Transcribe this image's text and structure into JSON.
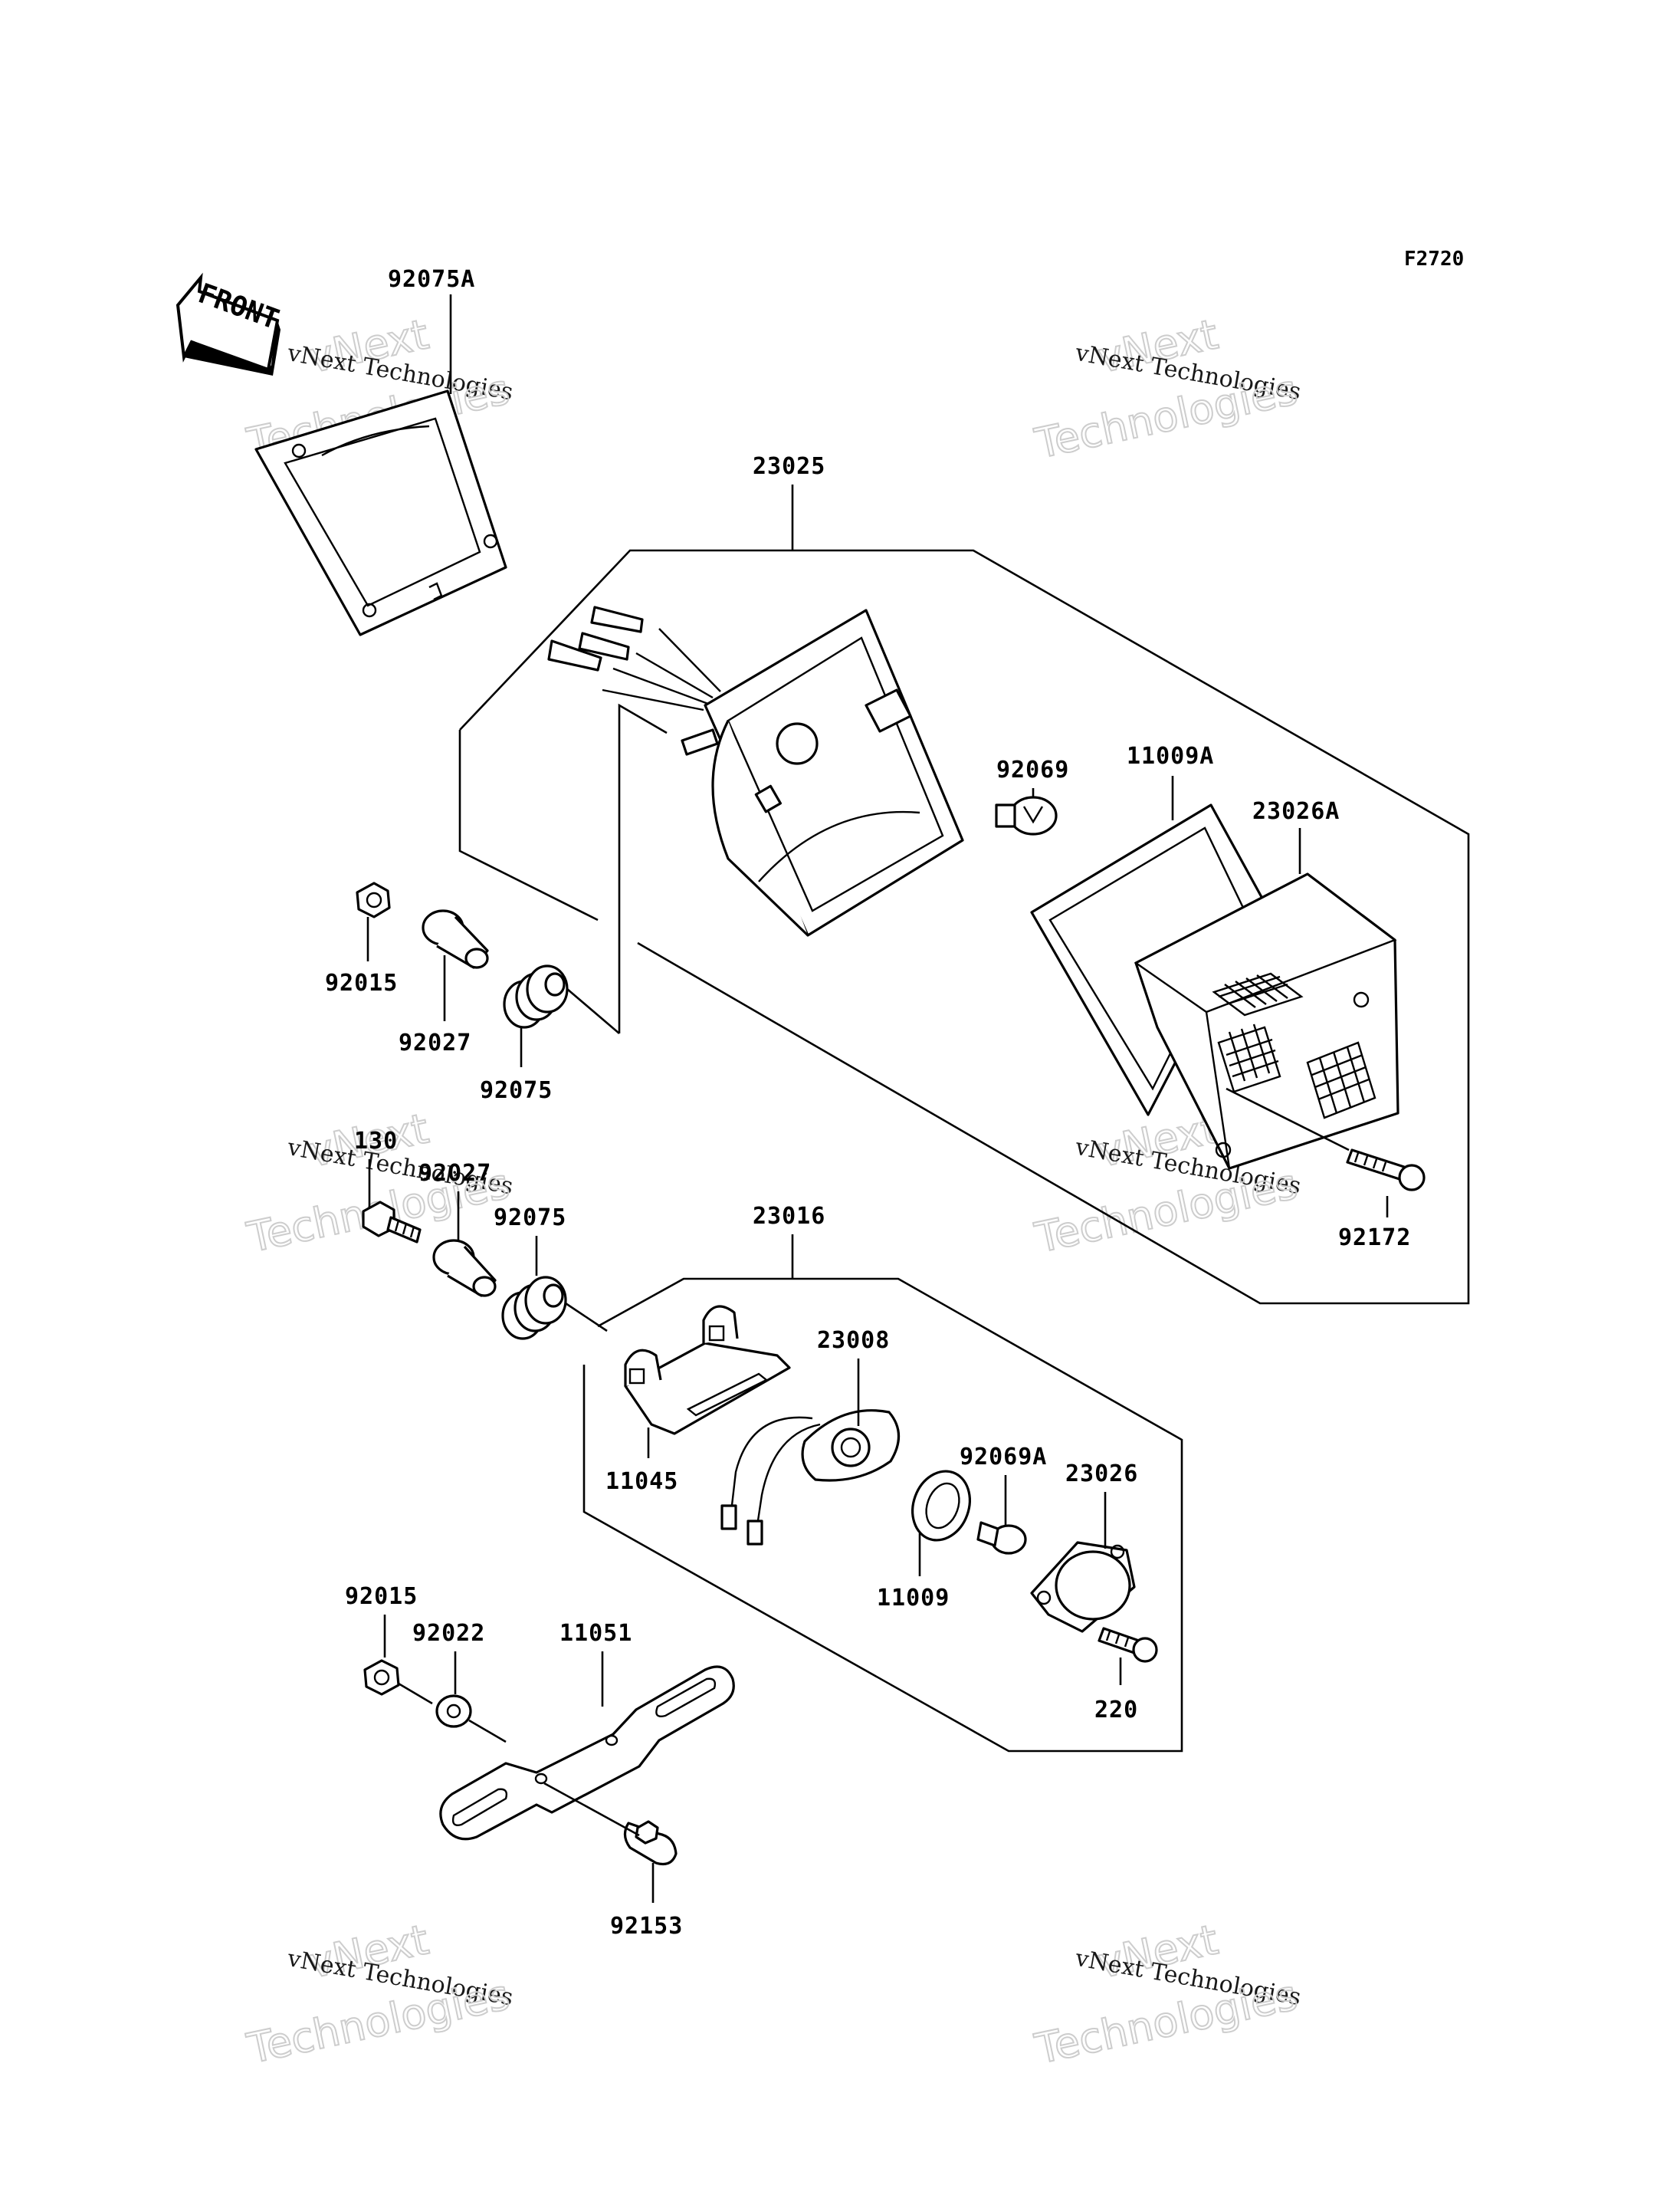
{
  "figure_code": "F2720",
  "front_marker": "FRONT",
  "watermark": {
    "line_top": "vNext",
    "line_small": "vNext Technologies",
    "line_big": "Technologies"
  },
  "labels": {
    "p92075A": "92075A",
    "p23025": "23025",
    "p92069": "92069",
    "p11009A": "11009A",
    "p23026A": "23026A",
    "p92015_top": "92015",
    "p92027_top": "92027",
    "p92075_top": "92075",
    "p92172": "92172",
    "p130": "130",
    "p92027_mid": "92027",
    "p92075_mid": "92075",
    "p23016": "23016",
    "p23008": "23008",
    "p11045": "11045",
    "p92069A": "92069A",
    "p23026": "23026",
    "p11009": "11009",
    "p220": "220",
    "p92015_bot": "92015",
    "p92022": "92022",
    "p11051": "11051",
    "p92153": "92153"
  }
}
